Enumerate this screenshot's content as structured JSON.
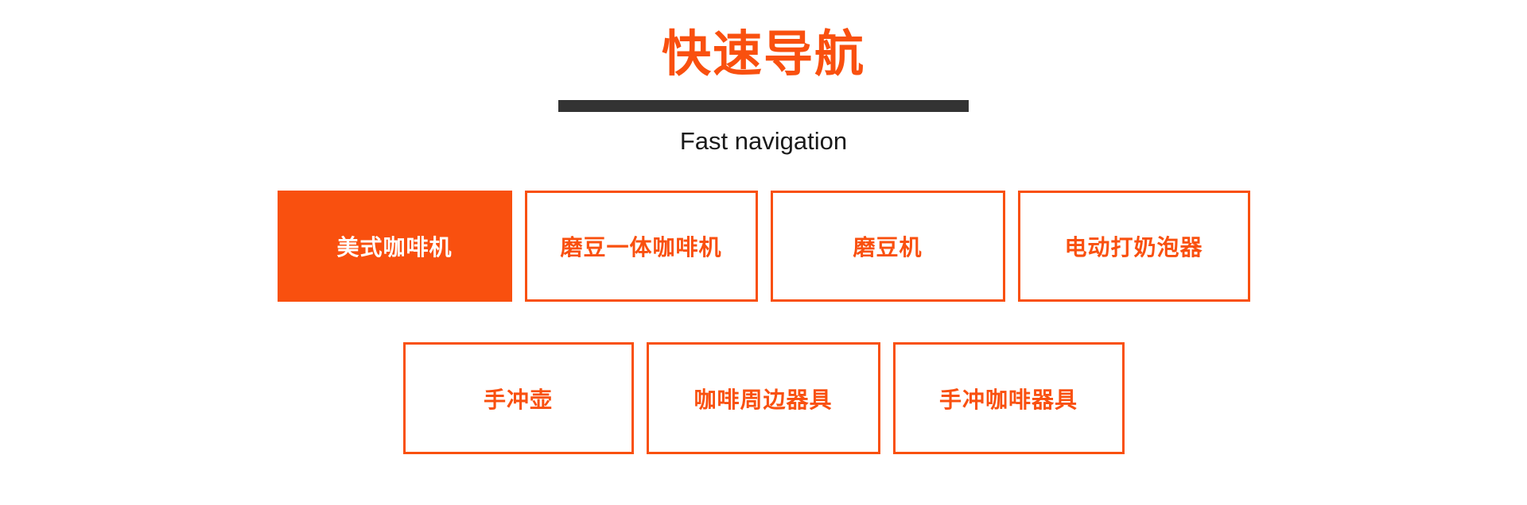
{
  "header": {
    "title_cn": "快速导航",
    "subtitle_en": "Fast navigation",
    "accent_color": "#f9500f",
    "rule_color": "#333333",
    "subtitle_color": "#1a1a1a"
  },
  "nav": {
    "rows": [
      {
        "row_name": "primary",
        "items": [
          {
            "label": "美式咖啡机",
            "state": "active"
          },
          {
            "label": "磨豆一体咖啡机",
            "state": "default"
          },
          {
            "label": "磨豆机",
            "state": "default"
          },
          {
            "label": "电动打奶泡器",
            "state": "default"
          }
        ]
      },
      {
        "row_name": "secondary",
        "items": [
          {
            "label": "手冲壶",
            "state": "default"
          },
          {
            "label": "咖啡周边器具",
            "state": "default"
          },
          {
            "label": "手冲咖啡器具",
            "state": "default"
          }
        ]
      }
    ]
  }
}
